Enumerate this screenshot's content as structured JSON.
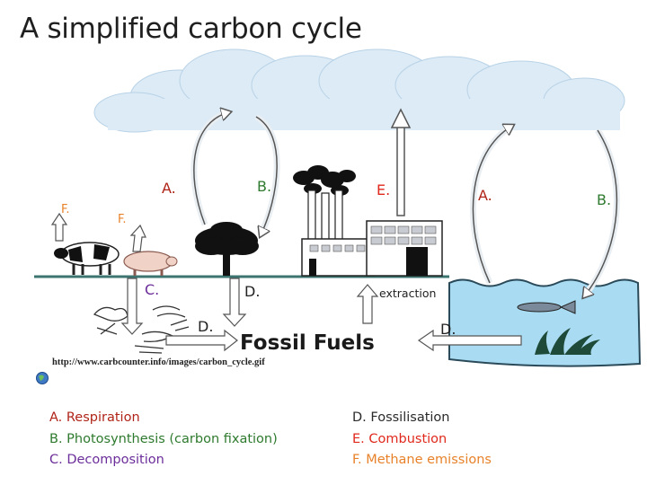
{
  "title": "A simplified carbon cycle",
  "labels": {
    "a_left": "A.",
    "b_left": "B.",
    "e": "E.",
    "a_right": "A.",
    "b_right": "B.",
    "f_left": "F.",
    "f_right": "F.",
    "c": "C.",
    "d_center": "D.",
    "d_lower": "D.",
    "d_right": "D.",
    "extraction": "extraction",
    "fossil_fuels": "Fossil Fuels",
    "source_url": "http://www.carbcounter.info/images/carbon_cycle.gif"
  },
  "legend": {
    "a": "A. Respiration",
    "b": "B. Photosynthesis (carbon fixation)",
    "c": "C. Decomposition",
    "d": "D. Fossilisation",
    "e": "E. Combustion",
    "f": "F. Methane emissions"
  },
  "colors": {
    "respiration": "#b02418",
    "photosynthesis": "#2e7a2e",
    "decomposition": "#6b2e9a",
    "combustion": "#e0281c",
    "methane": "#e8822a",
    "sea": "#a9dcf2",
    "cloud": "#ddedf7"
  }
}
